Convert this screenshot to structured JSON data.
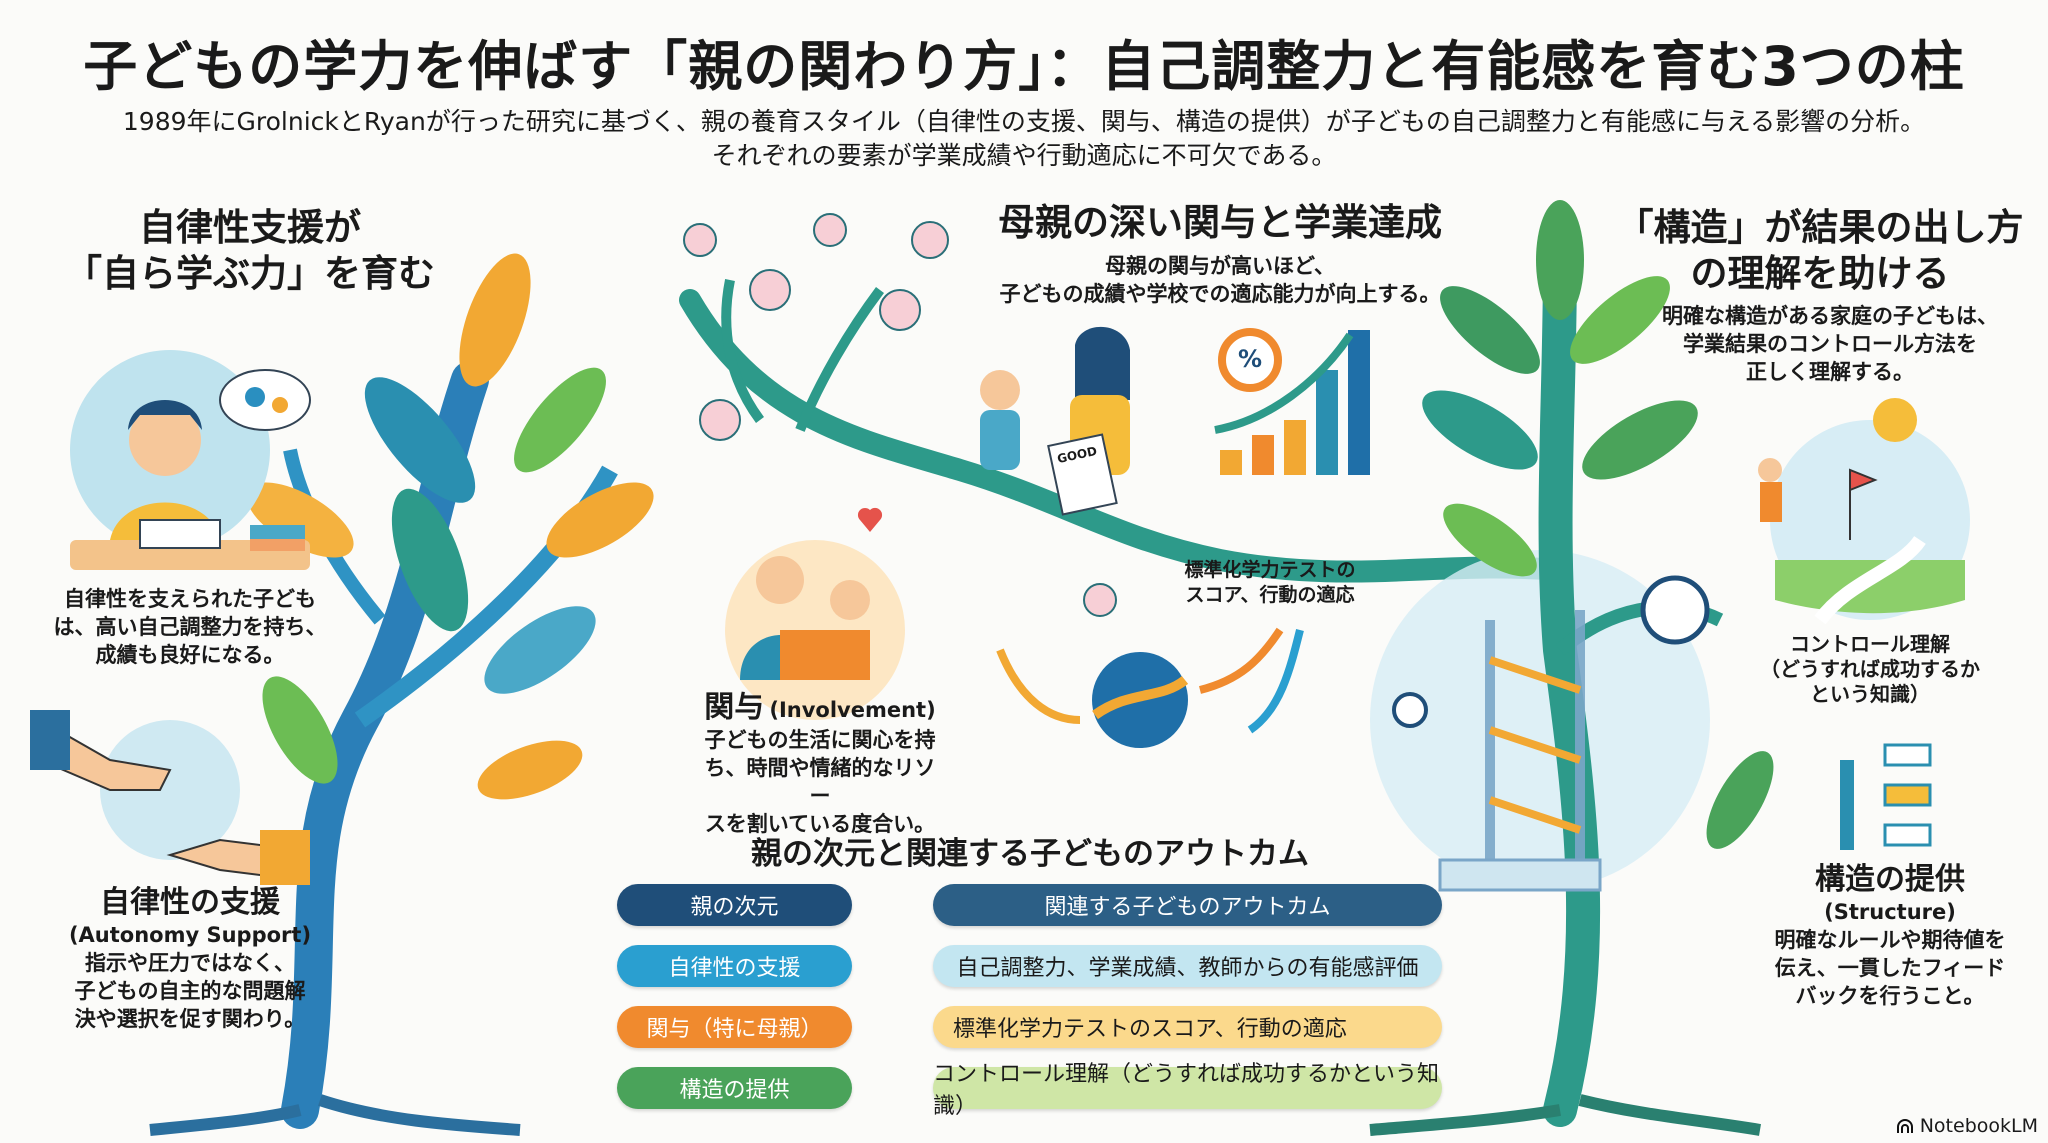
{
  "header": {
    "title": "子どもの学力を伸ばす「親の関わり方」：自己調整力と有能感を育む3つの柱",
    "subtitle_line1": "1989年にGrolnickとRyanが行った研究に基づく、親の養育スタイル（自律性の支援、関与、構造の提供）が子どもの自己調整力と有能感に与える影響の分析。",
    "subtitle_line2": "それぞれの要素が学業成績や行動適応に不可欠である。"
  },
  "autonomy": {
    "heading_line1": "自律性支援が",
    "heading_line2": "「自ら学ぶ力」を育む",
    "caption": [
      "自律性を支えられた子ども",
      "は、高い自己調整力を持ち、",
      "成績も良好になる。"
    ],
    "label": "自律性の支援",
    "label_en": "(Autonomy Support)",
    "description": [
      "指示や圧力ではなく、",
      "子どもの自主的な問題解",
      "決や選択を促す関わり。"
    ]
  },
  "involvement": {
    "heading": "母親の深い関与と学業達成",
    "body": [
      "母親の関与が高いほど、",
      "子どもの成績や学校での適応能力が向上する。"
    ],
    "label": "関与",
    "label_en": "(Involvement)",
    "description": [
      "子どもの生活に関心を持",
      "ち、時間や情緒的なリソー",
      "スを割いている度合い。"
    ],
    "outcome_note": [
      "標準化学力テストの",
      "スコア、行動の適応"
    ],
    "badge_good": "GOOD",
    "percent_symbol": "%"
  },
  "structure": {
    "heading_line1": "「構造」が結果の出し方",
    "heading_line2": "の理解を助ける",
    "body": [
      "明確な構造がある家庭の子どもは、",
      "学業結果のコントロール方法を",
      "正しく理解する。"
    ],
    "control_note": [
      "コントロール理解",
      "（どうすれば成功するか",
      "という知識）"
    ],
    "label": "構造の提供",
    "label_en": "(Structure)",
    "description": [
      "明確なルールや期待値を",
      "伝え、一貫したフィード",
      "バックを行うこと。"
    ]
  },
  "table": {
    "title": "親の次元と関連する子どものアウトカム",
    "header": {
      "dimension": "親の次元",
      "outcome": "関連する子どものアウトカム"
    },
    "rows": [
      {
        "dimension": "自律性の支援",
        "outcome": "自己調整力、学業成績、教師からの有能感評価"
      },
      {
        "dimension": "関与（特に母親）",
        "outcome": "標準化学力テストのスコア、行動の適応"
      },
      {
        "dimension": "構造の提供",
        "outcome": "コントロール理解（どうすれば成功するかという知識）"
      }
    ]
  },
  "colors": {
    "header_left": "#1f4e79",
    "header_right": "#2c5f86",
    "row1_left": "#2a9fd0",
    "row1_right": "#c3e6f1",
    "row2_left": "#f08a2e",
    "row2_right": "#fbd98c",
    "row3_left": "#4aa35a",
    "row3_right": "#cfe6a6"
  },
  "brand": {
    "name": "NotebookLM"
  }
}
